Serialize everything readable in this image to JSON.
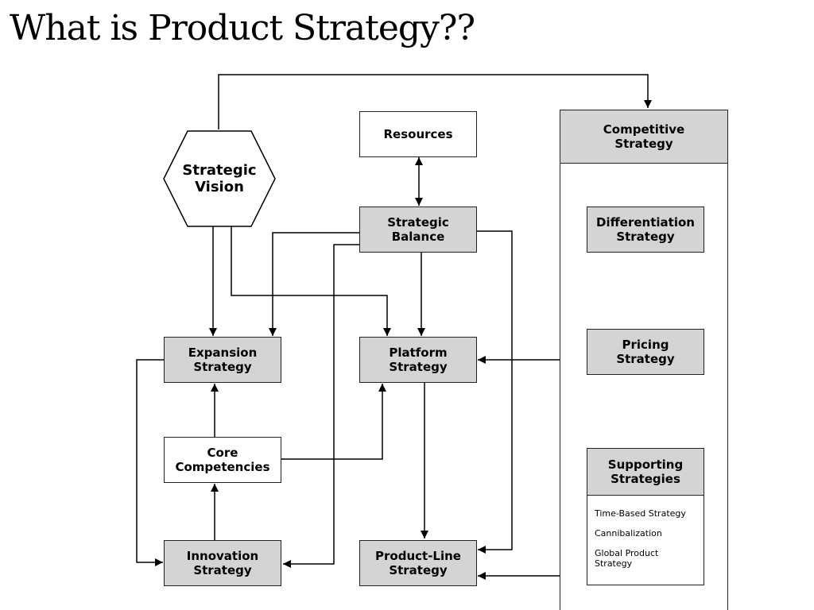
{
  "title": "What is Product Strategy??",
  "nodes": {
    "strategic_vision": "Strategic\nVision",
    "resources": "Resources",
    "strategic_balance": "Strategic\nBalance",
    "competitive_strategy": "Competitive\nStrategy",
    "differentiation_strategy": "Differentiation\nStrategy",
    "pricing_strategy": "Pricing\nStrategy",
    "supporting_strategies": "Supporting\nStrategies",
    "expansion_strategy": "Expansion\nStrategy",
    "platform_strategy": "Platform\nStrategy",
    "core_competencies": "Core\nCompetencies",
    "innovation_strategy": "Innovation\nStrategy",
    "product_line_strategy": "Product-Line\nStrategy"
  },
  "supporting_items": [
    "Time-Based Strategy",
    "Cannibalization",
    "Global Product\nStrategy"
  ],
  "colors": {
    "box_fill": "#d4d4d4",
    "line": "#000000"
  }
}
